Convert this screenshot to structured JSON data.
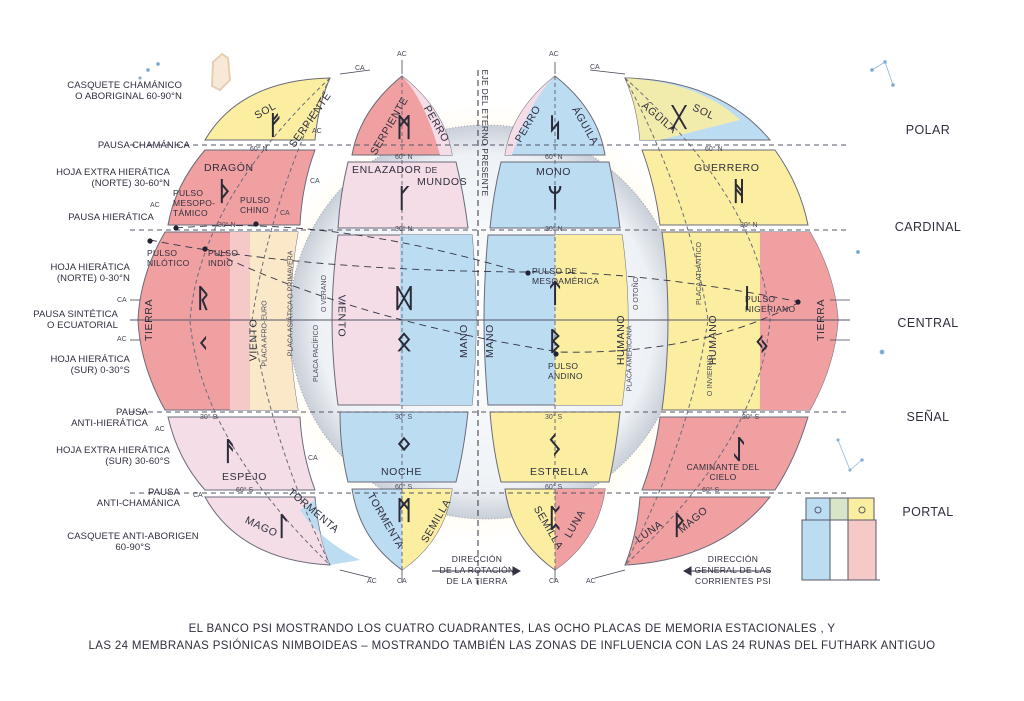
{
  "left_labels": {
    "casquete_chamanico": [
      "CASQUETE CHAMÁNICO",
      "O ABORIGINAL 60-90°N"
    ],
    "pausa_chamanica": "PAUSA CHAMÁNICA",
    "hoja_extra_hieratica_norte": [
      "HOJA EXTRA HIERÁTICA",
      "(NORTE) 30-60°N"
    ],
    "pausa_hieratica": "PAUSA HIERÁTICA",
    "hoja_hieratica_norte": [
      "HOJA HIERÁTICA",
      "(NORTE) 0-30°N"
    ],
    "pausa_sintetica": [
      "PAUSA SINTÉTICA",
      "O ECUATORIAL"
    ],
    "hoja_hieratica_sur": [
      "HOJA HIERÁTICA",
      "(SUR) 0-30°S"
    ],
    "pausa_anti_hieratica": [
      "PAUSA",
      "ANTI-HIERÁTICA"
    ],
    "hoja_extra_hieratica_sur": [
      "HOJA EXTRA HIERÁTICA",
      "(SUR) 30-60°S"
    ],
    "pausa_anti_chamanica": [
      "PAUSA",
      "ANTI-CHAMÁNICA"
    ],
    "casquete_anti_aborigen": [
      "CASQUETE ANTI-ABORIGEN",
      "60-90°S"
    ]
  },
  "zones": [
    "POLAR",
    "CARDINAL",
    "CENTRAL",
    "SEÑAL",
    "PORTAL"
  ],
  "axis_label": "EJE DEL ETERNO PRESENTE",
  "rotation_label": [
    "DIRECCIÓN",
    "DE LA ROTACIÓN",
    "DE LA TIERRA"
  ],
  "currents_label": [
    "DIRECCIÓN",
    "GENERAL DE LAS",
    "CORRIENTES PSI"
  ],
  "ac": "AC",
  "ca": "CA",
  "lat": {
    "n60": "60° N",
    "n30": "30° N",
    "s30": "30° S",
    "s60": "60° S"
  },
  "membranes": {
    "sol_l": "SOL",
    "serpiente_l": "SERPIENTE",
    "dragon": "DRAGÓN",
    "tierra_l": "TIERRA",
    "viento_l": "VIENTO",
    "espejo": "ESPEJO",
    "tormenta_l": "TORMENTA",
    "mago_l": "MAGO",
    "serpiente_c": "SERPIENTE",
    "perro_c": "PERRO",
    "enlazador": "ENLAZADOR",
    "de_mundos_de": "DE",
    "de_mundos": "MUNDOS",
    "viento_c": "VIENTO",
    "mano_c": "MANO",
    "noche": "NOCHE",
    "tormenta_c": "TORMENTA",
    "semilla_c": "SEMILLA",
    "perro_r": "PERRO",
    "aguila_r": "ÁGUILA",
    "mono": "MONO",
    "mano_r": "MANO",
    "humano_r": "HUMANO",
    "estrella": "ESTRELLA",
    "semilla_r": "SEMILLA",
    "luna_r": "LUNA",
    "aguila_f": "ÁGUILA",
    "sol_f": "SOL",
    "guerrero": "GUERRERO",
    "humano_f": "HUMANO",
    "tierra_f": "TIERRA",
    "caminante": [
      "CAMINANTE DEL",
      "CIELO"
    ],
    "luna_f": "LUNA",
    "mago_f": "MAGO"
  },
  "plates": {
    "afro_euro": "PLACA AFRO-EURO",
    "asiatica": "PLACA ASIÁTICA O PRIMAVERA",
    "verano": "O VERANO",
    "pacifico": "PLACA PACÍFICO",
    "americana": "PLACA AMERICANA",
    "otono": "O OTOÑO",
    "atlantico": "PLACA ATLÁNTICO",
    "invierno": "O INVIERNO"
  },
  "pulses": {
    "mesopotamico": [
      "PULSO",
      "MESOPO-",
      "TÁMICO"
    ],
    "chino": [
      "PULSO",
      "CHINO"
    ],
    "nilotico": [
      "PULSO",
      "NILÓTICO"
    ],
    "indio": [
      "PULSO",
      "INDIO"
    ],
    "mesoamerica": [
      "PULSO DE",
      "MESOAMÉRICA"
    ],
    "andino": [
      "PULSO",
      "ANDINO"
    ],
    "nigeriano": [
      "PULSO",
      "NIGERIANO"
    ]
  },
  "runes": {
    "lq1": "ᚠ",
    "lq2": "ᚦ",
    "lq3": "ᚱ",
    "lq4": "ᚲ",
    "lq5": "ᚨ",
    "lq6": "ᛚ",
    "cq1": "ᛗ",
    "cq2": "ᚴ",
    "cq3": "ᛞ",
    "cq4": "ᛟ",
    "cq5": "ᛜ",
    "cq6": "ᛗ",
    "rq1": "ᛋ",
    "rq2": "ᛘ",
    "rq3": "ᛏ",
    "rq4": "ᛒ",
    "rq5": "ᛊ",
    "rq6": "ᛈ",
    "fq1": "ᚷ",
    "fq2": "ᚻ",
    "fq3": "ᛁ",
    "fq4": "ᛃ",
    "fq5": "ᛇ",
    "fq6": "ᚹ"
  },
  "caption": [
    "EL BANCO PSI  MOSTRANDO LOS CUATRO CUADRANTES, LAS OCHO PLACAS DE MEMORIA ESTACIONALES , Y",
    "LAS 24 MEMBRANAS PSIÓNICAS NIMBOIDEAS – MOSTRANDO TAMBIÉN LAS ZONAS DE INFLUENCIA CON LAS 24 RUNAS DEL FUTHARK ANTIGUO"
  ],
  "colors": {
    "red": "#f0a0a0",
    "red_light": "#f6c9c9",
    "blue": "#bcdcf2",
    "blue_light": "#dcecf8",
    "yellow": "#fbeea0",
    "yellow_light": "#fdf5c8",
    "pink": "#f4dde6",
    "outline": "#6a6a7a"
  }
}
